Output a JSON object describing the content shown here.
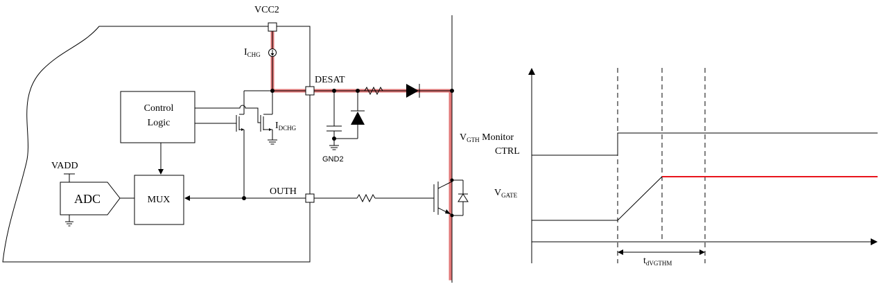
{
  "circuit": {
    "vcc2": "VCC2",
    "ichg_main": "I",
    "ichg_sub": "CHG",
    "desat": "DESAT",
    "control_logic_line1": "Control",
    "control_logic_line2": "Logic",
    "idchg_main": "I",
    "idchg_sub": "DCHG",
    "gnd2": "GND2",
    "vadd": "VADD",
    "adc": "ADC",
    "mux": "MUX",
    "outh": "OUTH"
  },
  "timing": {
    "vgth_main": "V",
    "vgth_sub": "GTH",
    "vgth_suffix": " Monitor",
    "ctrl": "CTRL",
    "vgate_main": "V",
    "vgate_sub": "GATE",
    "tdvgthm_main": "t",
    "tdvgthm_sub": "dVGTHM"
  },
  "colors": {
    "highlight": "#e06a6a",
    "gate_signal": "#e8131b",
    "line": "#000000"
  }
}
